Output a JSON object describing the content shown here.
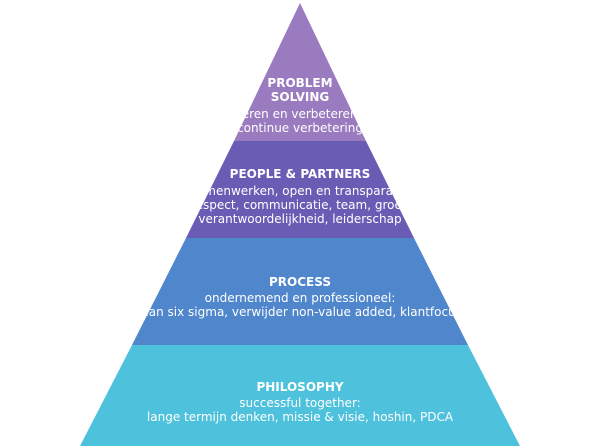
{
  "pyramid": {
    "tiers": [
      {
        "title": "PROBLEM SOLVING",
        "title_lines": [
          "PROBLEM",
          "SOLVING"
        ],
        "lines": [
          "leren en verbeteren:",
          "continue verbetering"
        ],
        "color": "#9b7bc0"
      },
      {
        "title": "PEOPLE & PARTNERS",
        "title_lines": [
          "PEOPLE & PARTNERS"
        ],
        "lines": [
          "samenwerken, open en transparant:",
          "respect, communicatie, team, groei,",
          "verantwoordelijkheid, leiderschap"
        ],
        "color": "#6a5cb5"
      },
      {
        "title": "PROCESS",
        "title_lines": [
          "PROCESS"
        ],
        "lines": [
          "ondernemend en professioneel:",
          "lean six sigma, verwijder non-value added, klantfocus"
        ],
        "color": "#4f86cc"
      },
      {
        "title": "PHILOSOPHY",
        "title_lines": [
          "PHILOSOPHY"
        ],
        "lines": [
          "successful together:",
          "lange termijn denken, missie & visie, hoshin, PDCA"
        ],
        "color": "#4ec1dc"
      }
    ]
  }
}
